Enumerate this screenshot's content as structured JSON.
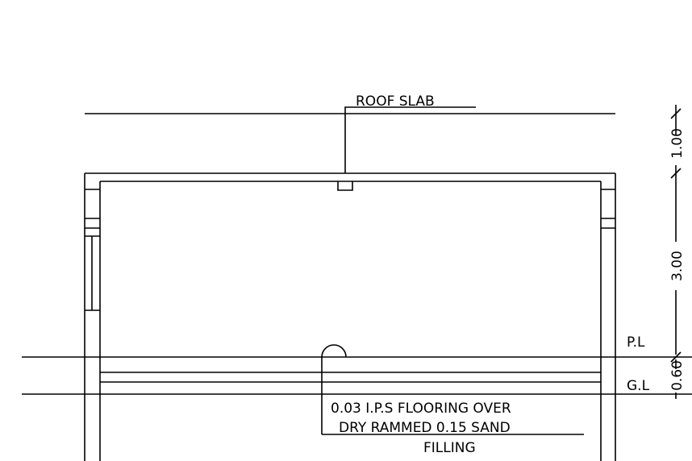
{
  "labels": {
    "roof_slab": "ROOF SLAB",
    "plinth_level": "P.L",
    "ground_level": "G.L",
    "flooring_note_line1": "0.03 I.P.S FLOORING OVER",
    "flooring_note_line2": "DRY RAMMED 0.15 SAND",
    "flooring_note_line3": "FILLING"
  },
  "dimensions": {
    "parapet_height": "1.00",
    "floor_height": "3.00",
    "plinth_height": "0.60"
  },
  "colors": {
    "background": "#ffffff",
    "line": "#000000"
  }
}
